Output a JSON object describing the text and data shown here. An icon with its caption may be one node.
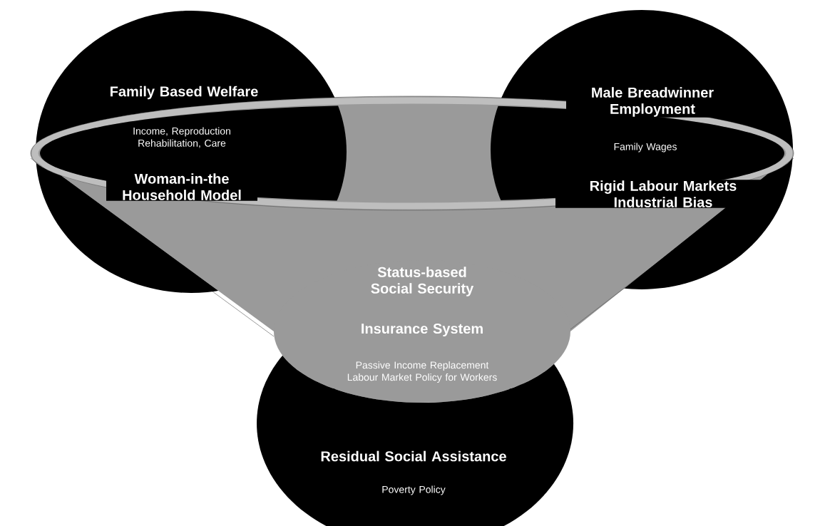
{
  "diagram": {
    "nodes": [
      {
        "text": [
          "Family Based Welfare",
          "Income, Reproduction Rehabilitation, Care",
          "Woman-in-the Household Model"
        ]
      },
      {
        "text": [
          "Male Breadwinner Employment",
          "Family Wages",
          "Rigid Labour Markets Industrial Bias"
        ]
      },
      {
        "text": [
          "Status-based Social Security",
          "Insurance System",
          "Passive Income Replacement Labour Market Policy for Workers"
        ]
      },
      {
        "text": [
          "Residual Social Assistance",
          "Poverty Policy"
        ]
      }
    ]
  }
}
